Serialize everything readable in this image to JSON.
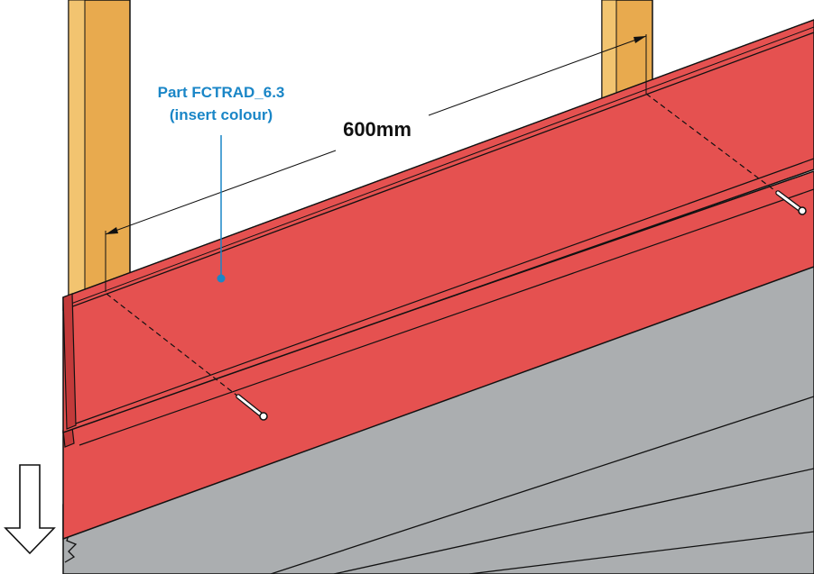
{
  "diagram": {
    "callout": {
      "line1": "Part FCTRAD_6.3",
      "line2": "(insert colour)"
    },
    "dimension": {
      "label": "600mm"
    }
  },
  "colors": {
    "accent": "#1a86c7",
    "board_red": "#e55150",
    "board_red_dark": "#c23a3a",
    "board_grey": "#abaeb0",
    "stud_timber": "#e8aa4e",
    "stud_timber_light": "#f2c470",
    "outline": "#111111"
  }
}
